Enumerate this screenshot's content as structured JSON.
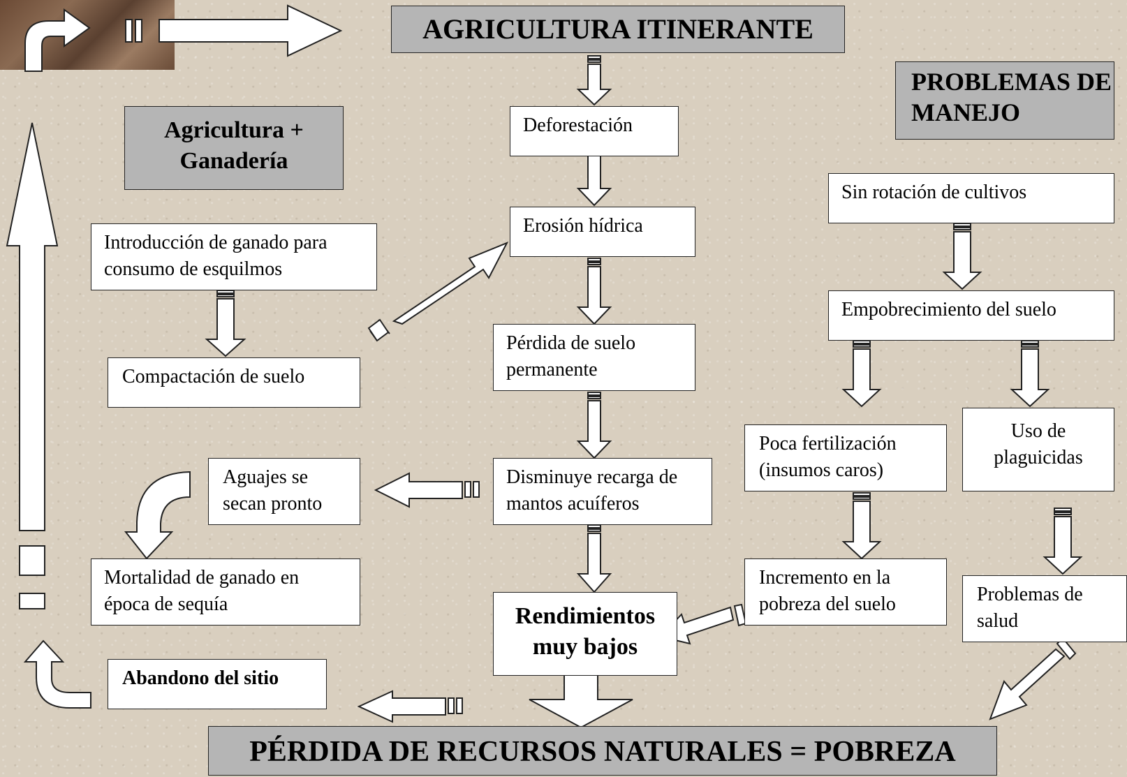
{
  "title": "AGRICULTURA ITINERANTE",
  "problemas_header": "PROBLEMAS DE MANEJO",
  "agri_header": "Agricultura + Ganadería",
  "bottom_title": "PÉRDIDA DE RECURSOS NATURALES = POBREZA",
  "center_chain": {
    "deforestacion": "Deforestación",
    "erosion": "Erosión hídrica",
    "perdida_suelo": "Pérdida de suelo permanente",
    "disminuye": "Disminuye recarga de mantos acuíferos",
    "rendimientos": "Rendimientos muy bajos"
  },
  "left_chain": {
    "introduccion": "Introducción de ganado para consumo de esquilmos",
    "compactacion": "Compactación de suelo",
    "aguajes": "Aguajes se secan pronto",
    "mortalidad": "Mortalidad de ganado en época de sequía",
    "abandono": "Abandono del sitio"
  },
  "right_chain": {
    "sin_rotacion": "Sin rotación de cultivos",
    "empobrecimiento": "Empobrecimiento del suelo",
    "poca_fertilizacion": "Poca fertilización (insumos caros)",
    "uso_plaguicidas": "Uso de plaguicidas",
    "incremento": "Incremento en la pobreza del suelo",
    "problemas_salud": "Problemas de salud"
  }
}
